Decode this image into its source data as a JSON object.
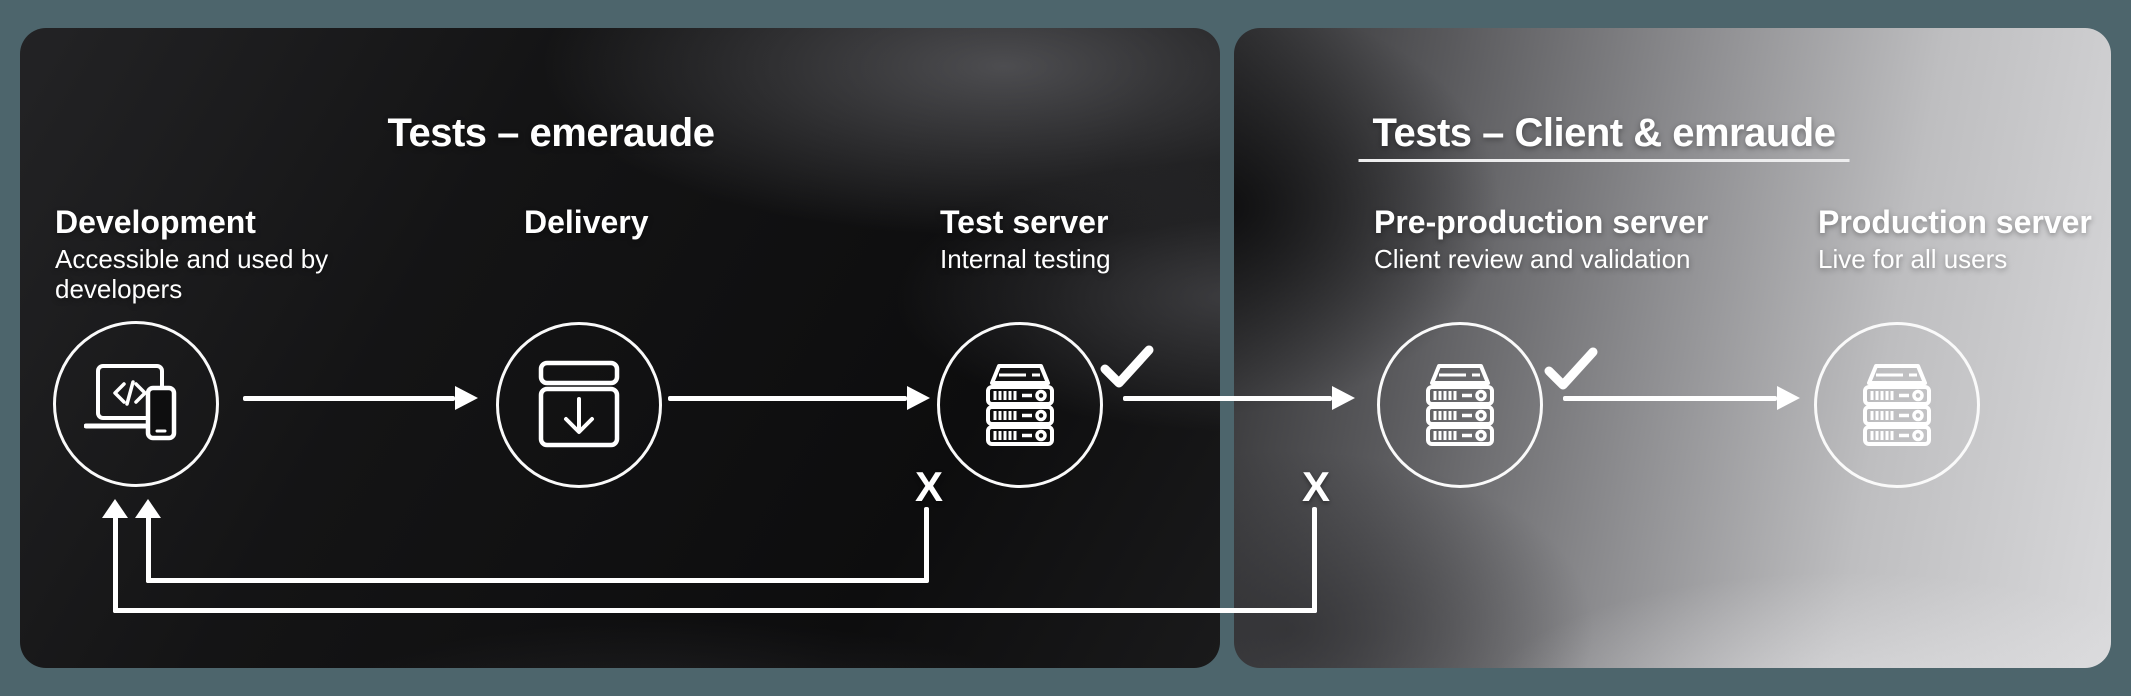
{
  "section_left": {
    "title": "Tests – emeraude"
  },
  "section_right": {
    "title": "Tests – Client & emraude"
  },
  "nodes": [
    {
      "title": "Development",
      "subtitle": "Accessible and used by developers",
      "icon": "devices-code-icon"
    },
    {
      "title": "Delivery",
      "subtitle": "",
      "icon": "install-download-icon"
    },
    {
      "title": "Test server",
      "subtitle": "Internal testing",
      "icon": "server-stack-icon"
    },
    {
      "title": "Pre-production server",
      "subtitle": "Client review and validation",
      "icon": "server-stack-icon"
    },
    {
      "title": "Production server",
      "subtitle": "Live for all users",
      "icon": "server-stack-icon"
    }
  ],
  "marks": {
    "pass": "check",
    "fail": "X"
  },
  "colors": {
    "background": "#4d656c",
    "panel_dark": "#121213",
    "panel_light": "#d9d9db",
    "line": "#ffffff",
    "text": "#ffffff"
  }
}
